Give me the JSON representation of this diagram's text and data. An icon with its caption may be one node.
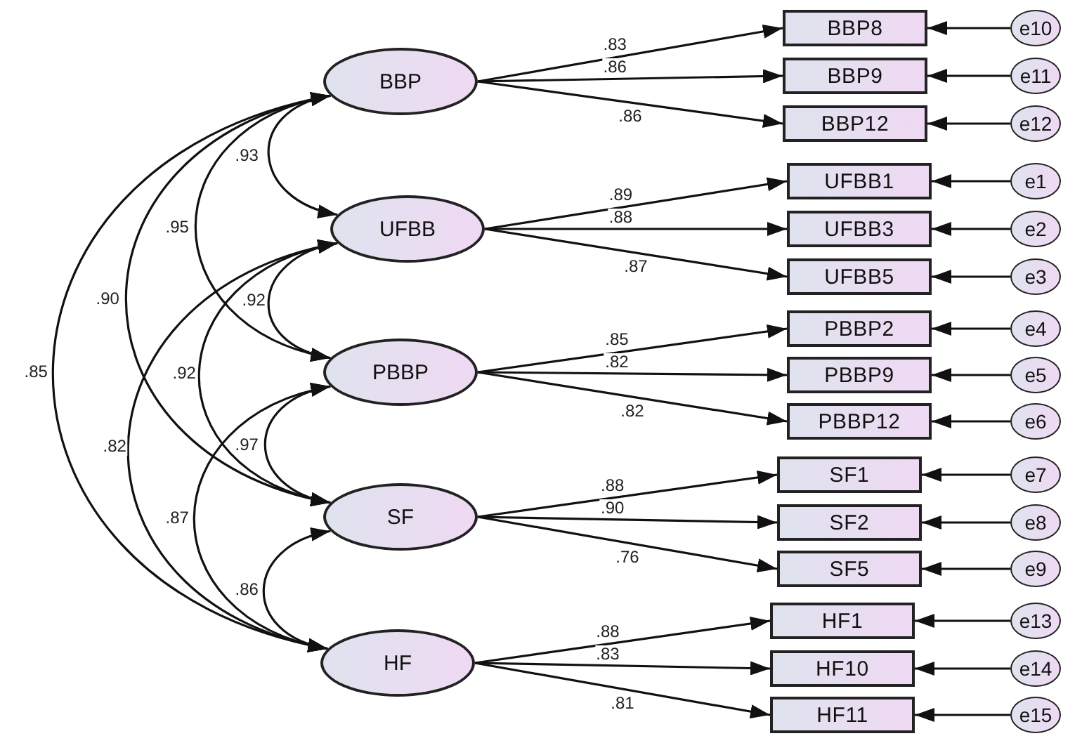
{
  "diagram": {
    "nodes": [
      {
        "text": [
          "BBP"
        ]
      },
      {
        "text": [
          "UFBB"
        ]
      },
      {
        "text": [
          "PBBP"
        ]
      },
      {
        "text": [
          "SF"
        ]
      },
      {
        "text": [
          "HF"
        ]
      },
      {
        "text": [
          "BBP8"
        ]
      },
      {
        "text": [
          "e10"
        ]
      },
      {
        "text": [
          "BBP9"
        ]
      },
      {
        "text": [
          "e11"
        ]
      },
      {
        "text": [
          "BBP12"
        ]
      },
      {
        "text": [
          "e12"
        ]
      },
      {
        "text": [
          "UFBB1"
        ]
      },
      {
        "text": [
          "e1"
        ]
      },
      {
        "text": [
          "UFBB3"
        ]
      },
      {
        "text": [
          "e2"
        ]
      },
      {
        "text": [
          "UFBB5"
        ]
      },
      {
        "text": [
          "e3"
        ]
      },
      {
        "text": [
          "PBBP2"
        ]
      },
      {
        "text": [
          "e4"
        ]
      },
      {
        "text": [
          "PBBP9"
        ]
      },
      {
        "text": [
          "e5"
        ]
      },
      {
        "text": [
          "PBBP12"
        ]
      },
      {
        "text": [
          "e6"
        ]
      },
      {
        "text": [
          "SF1"
        ]
      },
      {
        "text": [
          "e7"
        ]
      },
      {
        "text": [
          "SF2"
        ]
      },
      {
        "text": [
          "e8"
        ]
      },
      {
        "text": [
          "SF5"
        ]
      },
      {
        "text": [
          "e9"
        ]
      },
      {
        "text": [
          "HF1"
        ]
      },
      {
        "text": [
          "e13"
        ]
      },
      {
        "text": [
          "HF10"
        ]
      },
      {
        "text": [
          "e14"
        ]
      },
      {
        "text": [
          "HF11"
        ]
      },
      {
        "text": [
          "e15"
        ]
      }
    ],
    "edges": [
      {
        "from": 0,
        "to": 5,
        "arrow": "to",
        "label": ".83"
      },
      {
        "from": 0,
        "to": 7,
        "arrow": "to",
        "label": ".86"
      },
      {
        "from": 0,
        "to": 9,
        "arrow": "to",
        "label": ".86"
      },
      {
        "from": 1,
        "to": 11,
        "arrow": "to",
        "label": ".89"
      },
      {
        "from": 1,
        "to": 13,
        "arrow": "to",
        "label": ".88"
      },
      {
        "from": 1,
        "to": 15,
        "arrow": "to",
        "label": ".87"
      },
      {
        "from": 2,
        "to": 17,
        "arrow": "to",
        "label": ".85"
      },
      {
        "from": 2,
        "to": 19,
        "arrow": "to",
        "label": ".82"
      },
      {
        "from": 2,
        "to": 21,
        "arrow": "to",
        "label": ".82"
      },
      {
        "from": 3,
        "to": 23,
        "arrow": "to",
        "label": ".88"
      },
      {
        "from": 3,
        "to": 25,
        "arrow": "to",
        "label": ".90"
      },
      {
        "from": 3,
        "to": 27,
        "arrow": "to",
        "label": ".76"
      },
      {
        "from": 4,
        "to": 29,
        "arrow": "to",
        "label": ".88"
      },
      {
        "from": 4,
        "to": 31,
        "arrow": "to",
        "label": ".83"
      },
      {
        "from": 4,
        "to": 33,
        "arrow": "to",
        "label": ".81"
      },
      {
        "from": 6,
        "to": 5,
        "arrow": "to"
      },
      {
        "from": 8,
        "to": 7,
        "arrow": "to"
      },
      {
        "from": 10,
        "to": 9,
        "arrow": "to"
      },
      {
        "from": 12,
        "to": 11,
        "arrow": "to"
      },
      {
        "from": 14,
        "to": 13,
        "arrow": "to"
      },
      {
        "from": 16,
        "to": 15,
        "arrow": "to"
      },
      {
        "from": 18,
        "to": 17,
        "arrow": "to"
      },
      {
        "from": 20,
        "to": 19,
        "arrow": "to"
      },
      {
        "from": 22,
        "to": 21,
        "arrow": "to"
      },
      {
        "from": 24,
        "to": 23,
        "arrow": "to"
      },
      {
        "from": 26,
        "to": 25,
        "arrow": "to"
      },
      {
        "from": 28,
        "to": 27,
        "arrow": "to"
      },
      {
        "from": 30,
        "to": 29,
        "arrow": "to"
      },
      {
        "from": 32,
        "to": 31,
        "arrow": "to"
      },
      {
        "from": 34,
        "to": 33,
        "arrow": "to"
      },
      {
        "from": 0,
        "to": 1,
        "arrow": "both",
        "label": ".93"
      },
      {
        "from": 0,
        "to": 2,
        "arrow": "both",
        "label": ".95"
      },
      {
        "from": 0,
        "to": 3,
        "arrow": "both",
        "label": ".90"
      },
      {
        "from": 0,
        "to": 4,
        "arrow": "both",
        "label": ".85"
      },
      {
        "from": 1,
        "to": 2,
        "arrow": "both",
        "label": ".92"
      },
      {
        "from": 1,
        "to": 3,
        "arrow": "both",
        "label": ".92"
      },
      {
        "from": 1,
        "to": 4,
        "arrow": "both",
        "label": ".82"
      },
      {
        "from": 2,
        "to": 3,
        "arrow": "both",
        "label": ".97"
      },
      {
        "from": 2,
        "to": 4,
        "arrow": "both",
        "label": ".87"
      },
      {
        "from": 3,
        "to": 4,
        "arrow": "both",
        "label": ".86"
      }
    ]
  }
}
